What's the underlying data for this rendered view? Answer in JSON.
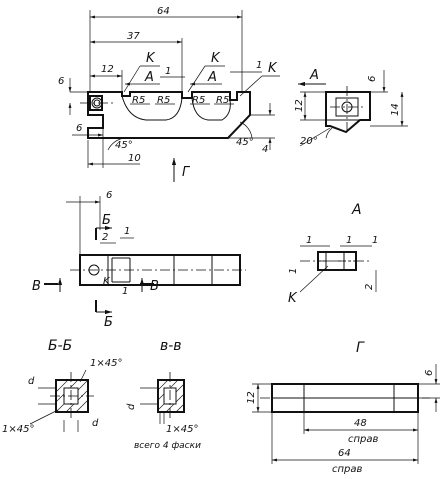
{
  "dims": {
    "d64": "64",
    "d37": "37",
    "d12": "12",
    "d6": "6",
    "d1a": "1",
    "d1b": "1",
    "d10": "10",
    "d6b": "6",
    "d45a": "45°",
    "d45b": "45°",
    "d4": "4",
    "r5a": "R5",
    "r5b": "R5",
    "r5c": "R5",
    "r5d": "R5",
    "k1": "K",
    "k2": "K",
    "k3": "K",
    "a1": "A",
    "a2": "A",
    "a3": "A",
    "side6": "6",
    "side12": "12",
    "side14": "14",
    "side20": "20°",
    "g_arrow": "Г",
    "top6": "6",
    "top2": "2",
    "top1a": "1",
    "top1b": "1",
    "topK": "K",
    "b1": "Б",
    "b2": "Б",
    "v1": "В",
    "v2": "В",
    "viewA": "A",
    "a_1a": "1",
    "a_1b": "1",
    "a_1c": "1",
    "a_2": "2",
    "a_K": "K",
    "bb_title": "Б-Б",
    "bb_chamfer1": "1×45°",
    "bb_chamfer2": "1×45°",
    "bb_d1": "d",
    "bb_d2": "d",
    "vv_title": "в-в",
    "vv_chamfer": "1×45°",
    "vv_d": "d",
    "vv_note": "всего 4 фаски",
    "g_title": "Г",
    "g_6": "6",
    "g_12": "12",
    "g_48": "48",
    "g_48s": "справ",
    "g_64": "64",
    "g_64s": "справ"
  }
}
